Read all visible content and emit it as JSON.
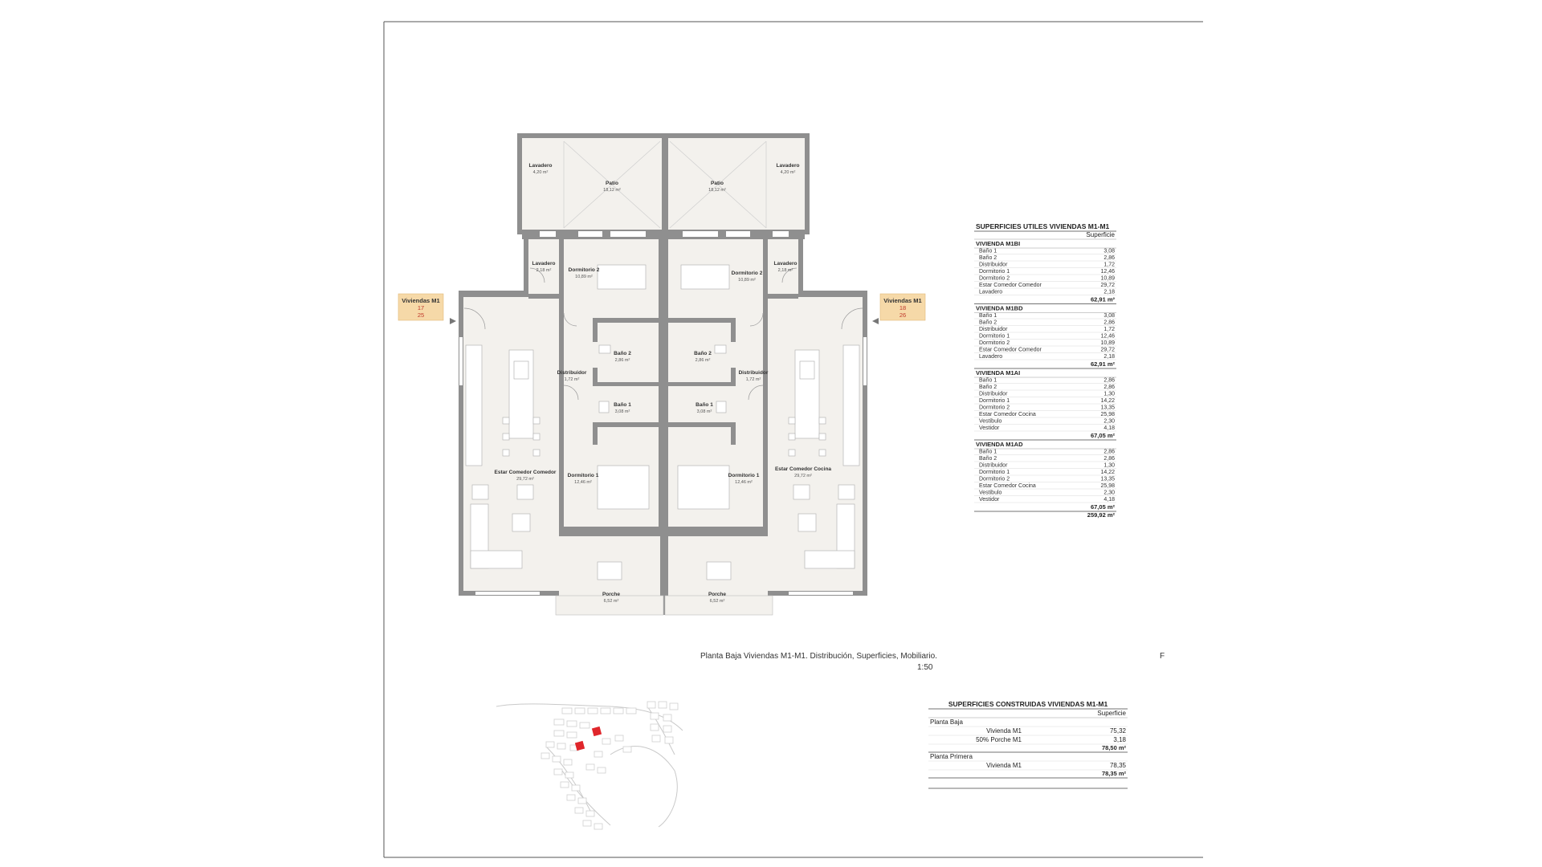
{
  "plan": {
    "caption": "Planta Baja Viviendas M1-M1. Distribución, Superficies, Mobiliario.",
    "scale": "1:50",
    "corner_mark": "F",
    "tags": [
      {
        "title": "Viviendas M1",
        "n1": "17",
        "n2": "25"
      },
      {
        "title": "Viviendas M1",
        "n1": "18",
        "n2": "26"
      }
    ],
    "rooms": [
      {
        "name": "Lavadero",
        "area": "4,20 m²"
      },
      {
        "name": "Patio",
        "area": "18,12 m²"
      },
      {
        "name": "Patio",
        "area": "18,12 m²"
      },
      {
        "name": "Lavadero",
        "area": "4,20 m²"
      },
      {
        "name": "Lavadero",
        "area": "2,18 m²"
      },
      {
        "name": "Dormitorio 2",
        "area": "10,89 m²"
      },
      {
        "name": "Dormitorio 2",
        "area": "10,89 m²"
      },
      {
        "name": "Lavadero",
        "area": "2,18 m²"
      },
      {
        "name": "Baño 2",
        "area": "2,86 m²"
      },
      {
        "name": "Baño 2",
        "area": "2,86 m²"
      },
      {
        "name": "Distribuidor",
        "area": "1,72 m²"
      },
      {
        "name": "Distribuidor",
        "area": "1,72 m²"
      },
      {
        "name": "Baño 1",
        "area": "3,08 m²"
      },
      {
        "name": "Baño 1",
        "area": "3,08 m²"
      },
      {
        "name": "Estar Comedor Comedor",
        "area": "29,72 m²"
      },
      {
        "name": "Estar Comedor Cocina",
        "area": "29,72 m²"
      },
      {
        "name": "Dormitorio 1",
        "area": "12,46 m²"
      },
      {
        "name": "Dormitorio 1",
        "area": "12,46 m²"
      },
      {
        "name": "Porche",
        "area": "6,52 m²"
      },
      {
        "name": "Porche",
        "area": "6,52 m²"
      }
    ]
  },
  "utiles_table": {
    "title": "SUPERFICIES UTILES VIVIENDAS M1-M1",
    "subtitle": "Superficie",
    "groups": [
      {
        "name": "VIVIENDA M1BI",
        "rows": [
          [
            "Baño 1",
            "3,08"
          ],
          [
            "Baño 2",
            "2,86"
          ],
          [
            "Distribuidor",
            "1,72"
          ],
          [
            "Dormitorio 1",
            "12,46"
          ],
          [
            "Dormitorio 2",
            "10,89"
          ],
          [
            "Estar Comedor Comedor",
            "29,72"
          ],
          [
            "Lavadero",
            "2,18"
          ]
        ],
        "total": "62,91 m²"
      },
      {
        "name": "VIVIENDA M1BD",
        "rows": [
          [
            "Baño 1",
            "3,08"
          ],
          [
            "Baño 2",
            "2,86"
          ],
          [
            "Distribuidor",
            "1,72"
          ],
          [
            "Dormitorio 1",
            "12,46"
          ],
          [
            "Dormitorio 2",
            "10,89"
          ],
          [
            "Estar Comedor Comedor",
            "29,72"
          ],
          [
            "Lavadero",
            "2,18"
          ]
        ],
        "total": "62,91 m²"
      },
      {
        "name": "VIVIENDA M1AI",
        "rows": [
          [
            "Baño 1",
            "2,86"
          ],
          [
            "Baño 2",
            "2,86"
          ],
          [
            "Distribuidor",
            "1,30"
          ],
          [
            "Dormitorio 1",
            "14,22"
          ],
          [
            "Dormitorio 2",
            "13,35"
          ],
          [
            "Estar Comedor Cocina",
            "25,98"
          ],
          [
            "Vestibulo",
            "2,30"
          ],
          [
            "Vestidor",
            "4,18"
          ]
        ],
        "total": "67,05 m²"
      },
      {
        "name": "VIVIENDA M1AD",
        "rows": [
          [
            "Baño 1",
            "2,86"
          ],
          [
            "Baño 2",
            "2,86"
          ],
          [
            "Distribuidor",
            "1,30"
          ],
          [
            "Dormitorio 1",
            "14,22"
          ],
          [
            "Dormitorio 2",
            "13,35"
          ],
          [
            "Estar Comedor Cocina",
            "25,98"
          ],
          [
            "Vestibulo",
            "2,30"
          ],
          [
            "Vestidor",
            "4,18"
          ]
        ],
        "total": "67,05 m²"
      }
    ],
    "grand_total": "259,92 m²"
  },
  "construidas_table": {
    "title": "SUPERFICIES CONSTRUIDAS VIVIENDAS M1-M1",
    "subtitle": "Superficie",
    "sections": [
      {
        "name": "Planta Baja",
        "rows": [
          [
            "Vivienda M1",
            "75,32"
          ],
          [
            "50% Porche M1",
            "3,18"
          ]
        ],
        "total": "78,50 m²"
      },
      {
        "name": "Planta Primera",
        "rows": [
          [
            "Vivienda M1",
            "78,35"
          ]
        ],
        "total": "78,35 m²"
      }
    ]
  },
  "colors": {
    "wall": "#8f8f8f",
    "floor": "#f3f1ed",
    "tag": "#f6d9a8",
    "highlight": "#e0262b",
    "line": "#bdbdbd"
  }
}
